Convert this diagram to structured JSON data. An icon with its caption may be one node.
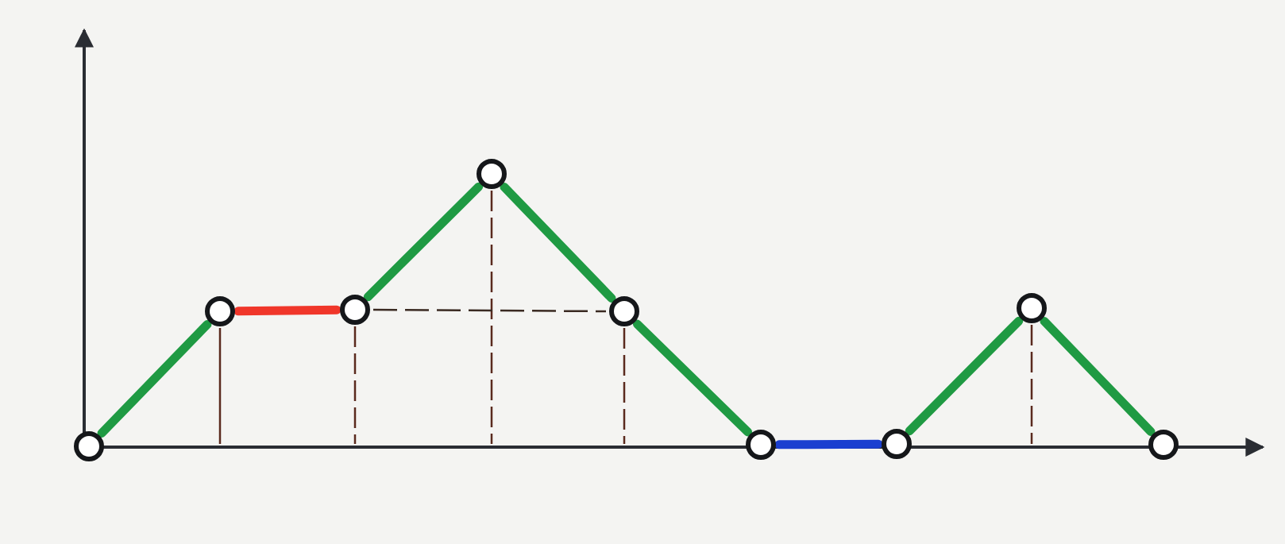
{
  "diagram": {
    "nodes": [
      {
        "text": [],
        "shape": "circle"
      },
      {
        "text": [],
        "shape": "circle"
      },
      {
        "text": [],
        "shape": "circle"
      },
      {
        "text": [],
        "shape": "circle"
      },
      {
        "text": [],
        "shape": "circle"
      },
      {
        "text": [],
        "shape": "circle"
      },
      {
        "text": [],
        "shape": "circle"
      },
      {
        "text": [],
        "shape": "circle"
      },
      {
        "text": [],
        "shape": "circle"
      }
    ],
    "edges": [
      {
        "from": 0,
        "to": 1,
        "arrow": "none"
      },
      {
        "from": 1,
        "to": 2,
        "arrow": "none",
        "color": "#f0362a"
      },
      {
        "from": 2,
        "to": 3,
        "arrow": "none"
      },
      {
        "from": 3,
        "to": 4,
        "arrow": "none"
      },
      {
        "from": 4,
        "to": 5,
        "arrow": "none"
      },
      {
        "from": 5,
        "to": 6,
        "arrow": "none",
        "color": "#1a3fd0"
      },
      {
        "from": 6,
        "to": 7,
        "arrow": "none"
      },
      {
        "from": 7,
        "to": 8,
        "arrow": "none"
      }
    ]
  }
}
